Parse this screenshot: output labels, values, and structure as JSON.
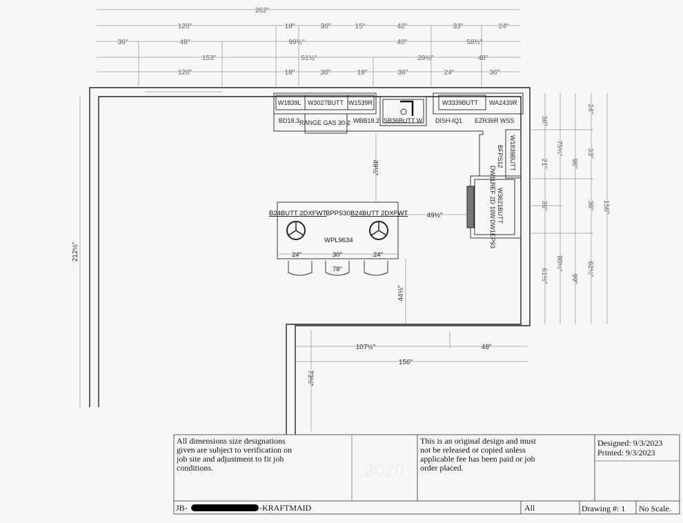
{
  "top_dimensions": {
    "overall": "262\"",
    "row1": [
      "120\"",
      "18\"",
      "30\"",
      "15\"",
      "42\"",
      "33\"",
      "24\""
    ],
    "row2": [
      "36\"",
      "48\"",
      "99½\"",
      "40\"",
      "58½\""
    ],
    "row3": [
      "153\"",
      "51½\"",
      "29½\"",
      "48\""
    ],
    "row4": [
      "120\"",
      "18\"",
      "30\"",
      "18\"",
      "36\"",
      "24\"",
      "36\""
    ]
  },
  "right_dimensions": {
    "col1": [
      "36\"",
      "21\"",
      "36\"",
      "61½\""
    ],
    "col2": [
      "75½\"",
      "80½\""
    ],
    "col3": [
      "96\"",
      "99\""
    ],
    "col4": [
      "24\"",
      "33\"",
      "36\"",
      "62½\""
    ],
    "col5": [
      "156\""
    ]
  },
  "other_dimensions": {
    "left_wall": "212½\"",
    "range_to_island": "49½\"",
    "island_to_fridge": "49½\"",
    "island_to_wall": "44½\"",
    "bottom_a": "107½\"",
    "bottom_b": "48\"",
    "bottom_total": "156\"",
    "return_wall": "73½\""
  },
  "wall_cabinets": [
    "W1839L",
    "W3027BUTT",
    "W1539R",
    "W3339BUTT",
    "WA2439R",
    "W1839BUTT",
    "W3621BUTT"
  ],
  "base_cabinets": [
    "BD18.3",
    "RANGE GAS 30-2",
    "WBB18.2",
    "SB36BUTT W",
    "DISH-IQ1",
    "EZR36R WSS",
    "BFPS12",
    "DW1L",
    "REF 2D 10W",
    "DW1EP93"
  ],
  "island": {
    "top_labels": [
      "B24BUTT 2DXFWT",
      "BPPS30",
      "B24BUTT 2DXFWT"
    ],
    "name": "WPL9634",
    "segments": [
      "24\"",
      "30\"",
      "24\""
    ],
    "total": "78\""
  },
  "title_block": {
    "disclaimer": [
      "All dimensions  size designations",
      "given are subject to verification on",
      "job site and adjustment to fit job",
      "conditions."
    ],
    "logo": "2020",
    "copyright": [
      "This is an original design and must",
      "not be released or copied unless",
      "applicable fee has been paid or job",
      "order placed."
    ],
    "designed": "Designed: 9/3/2023",
    "printed": "Printed: 9/3/2023",
    "job_prefix": "JB-",
    "job_suffix": "-KRAFTMAID",
    "view": "All",
    "drawing": "Drawing #: 1",
    "scale": "No Scale."
  }
}
